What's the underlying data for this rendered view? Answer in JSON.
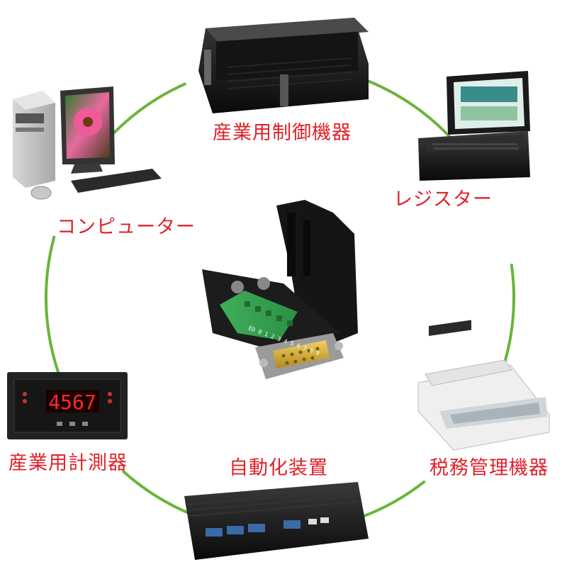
{
  "colors": {
    "ring": "#6ab43a",
    "label": "#e0202a"
  },
  "center_device": {
    "icon": "d-sub-terminal-connector-icon",
    "pin_digits": "ED 0 1 2 3 4 5 6 7 8 9"
  },
  "nodes": [
    {
      "id": "industrial-control",
      "label": "産業用制御機器",
      "icon": "rack-server-icon"
    },
    {
      "id": "register",
      "label": "レジスター",
      "icon": "rugged-laptop-icon"
    },
    {
      "id": "tax-machine",
      "label": "税務管理機器",
      "icon": "dot-matrix-printer-icon"
    },
    {
      "id": "automation",
      "label": "自動化装置",
      "icon": "fanless-box-pc-icon"
    },
    {
      "id": "measurement",
      "label": "産業用計測器",
      "icon": "panel-meter-icon",
      "display": "4567"
    },
    {
      "id": "computer",
      "label": "コンピューター",
      "icon": "desktop-computer-icon"
    }
  ]
}
